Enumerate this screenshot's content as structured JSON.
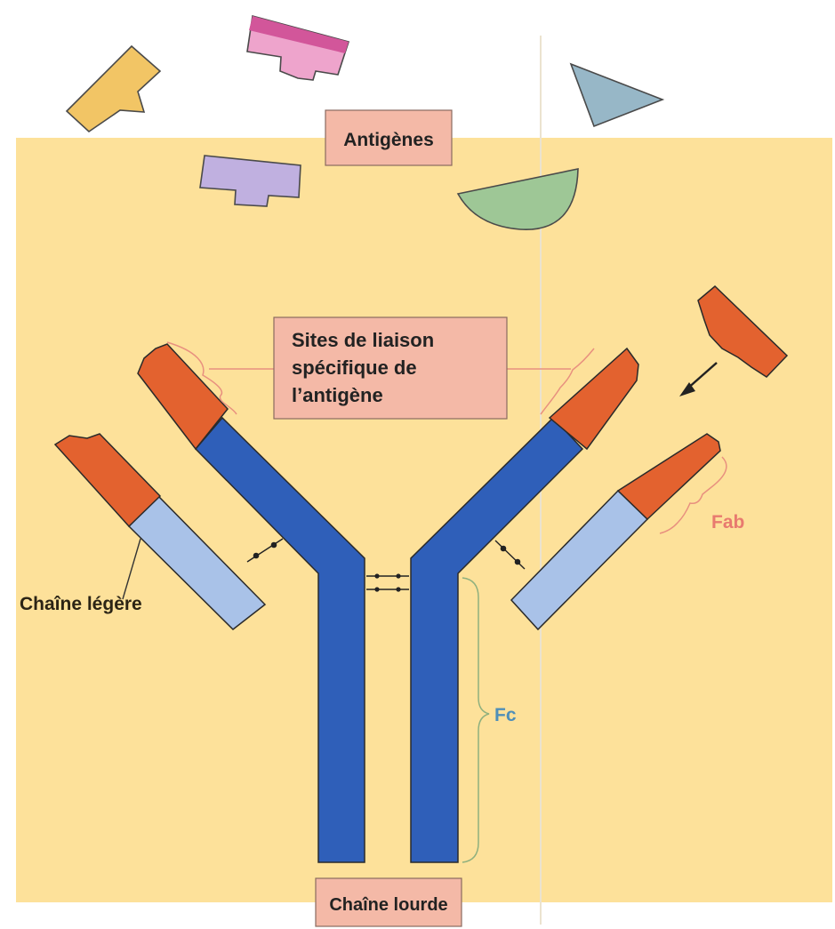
{
  "labels": {
    "antigenes": "Antigènes",
    "sites_line1": "Sites de liaison",
    "sites_line2": "spécifique de",
    "sites_line3": "l’antigène",
    "chaine_legere": "Chaîne légère",
    "fab": "Fab",
    "fc": "Fc",
    "chaine_lourde": "Chaîne lourde"
  },
  "colors": {
    "background": "#fde19a",
    "label_box": "#f4b9a7",
    "heavy_chain": "#2f5fb9",
    "light_chain": "#a9c2e8",
    "variable_region": "#e3622f",
    "fab_label": "#e87a6f",
    "fc_label": "#4f8fb8",
    "antigen_yellow": "#f2c565",
    "antigen_pink": "#eea4cc",
    "antigen_magenta": "#d2569a",
    "antigen_purple": "#c0b0e0",
    "antigen_green": "#9ec796",
    "antigen_blue": "#97b7c7"
  }
}
